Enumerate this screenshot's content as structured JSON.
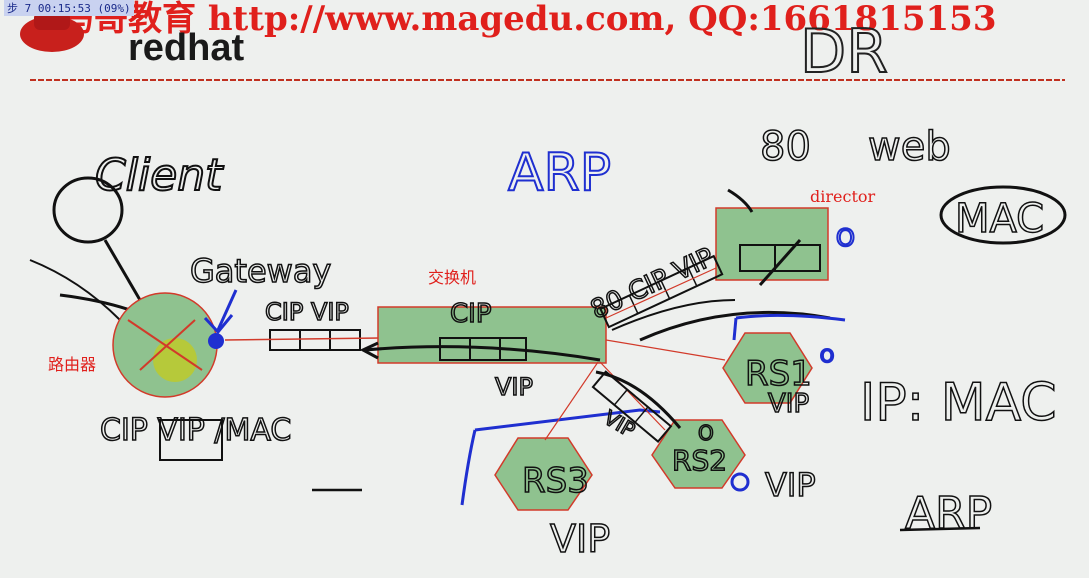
{
  "header": {
    "watermark": "马哥教育 http://www.magedu.com, QQ:1661815153",
    "timestamp": "步 7 00:15:53 (09%)",
    "brand": "redhat"
  },
  "handwriting": {
    "dr": "DR",
    "client": "Client",
    "gateway": "Gateway",
    "arp_top": "ARP",
    "port_80": "80",
    "web": "web",
    "mac_circled": "MAC",
    "cip_vip_left": "CIP VIP",
    "cip_switch": "CIP",
    "vip_switch": "VIP",
    "cip_vip_dir": "80 CIP VIP",
    "o_dir": "O",
    "rs1": "RS1",
    "rs2": "RS2",
    "rs3": "RS3",
    "o_rs1": "O",
    "o_rs2": "O",
    "vip_rs1": "VIP",
    "vip_rs2": "VIP",
    "vip_rs3": "VIP",
    "vip_rs2_arrow": "VIP",
    "cip_vip_mac": "CIP VIP /MAC",
    "ip_mac": "IP: MAC",
    "arp_bottom": "ARP"
  },
  "labels": {
    "router": "路由器",
    "switch": "交换机",
    "director": "director"
  },
  "colors": {
    "node_fill": "#8fc28f",
    "node_stroke": "#d23a2a",
    "ink_black": "#111111",
    "ink_blue": "#1f2fd0",
    "header_red": "#e0201c"
  }
}
